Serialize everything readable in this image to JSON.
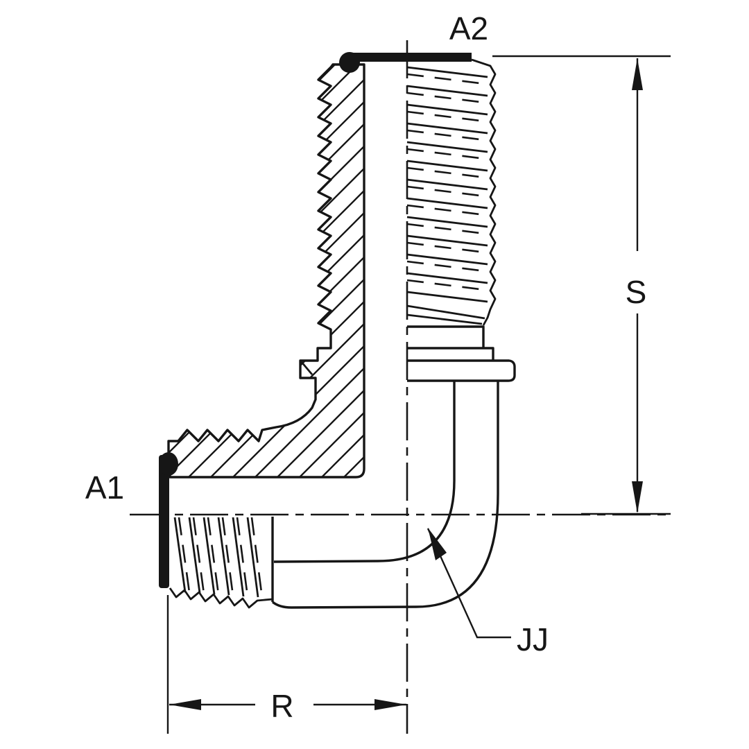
{
  "diagram": {
    "type": "technical-drawing",
    "labels": {
      "port_top": "A2",
      "port_left": "A1",
      "dim_height": "S",
      "dim_length": "R",
      "bend_radius": "JJ"
    },
    "colors": {
      "line": "#161616",
      "background": "#ffffff"
    }
  }
}
